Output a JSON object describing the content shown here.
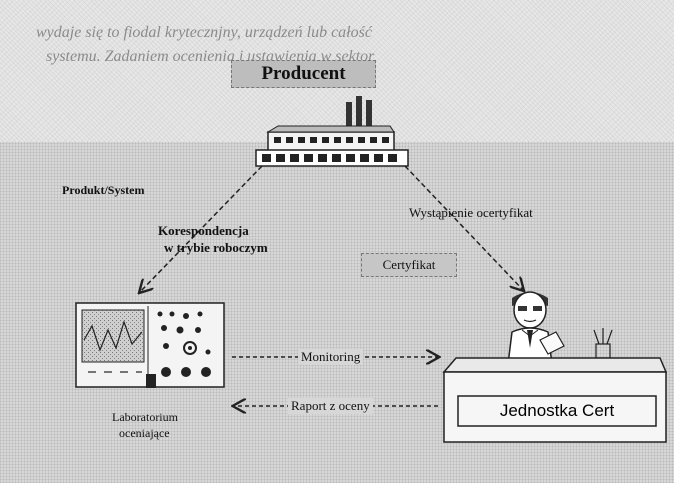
{
  "document": {
    "lines": [
      "",
      "wydaje się to fiodal krytecznjny, urządzeń lub całość",
      "systemu. Zadaniem ocenienia i ustawienia w sektor"
    ]
  },
  "diagram": {
    "producer_label": "Producent",
    "product_label": "Produkt/System",
    "correspondence_line1": "Korespondencja",
    "correspondence_line2": "w trybie roboczym",
    "certificate_issue_label": "Wystąpienie ocertyfikat",
    "certificate_label": "Certyfikat",
    "monitoring_label": "Monitoring",
    "report_label": "Raport z oceny",
    "lab_line1": "Laboratorium",
    "lab_line2": "oceniające",
    "cert_unit_label": "Jednostka Cert"
  }
}
